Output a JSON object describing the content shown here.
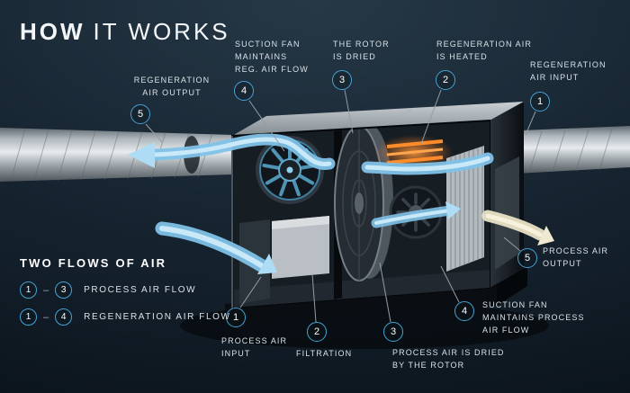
{
  "title": {
    "word_bold": "HOW",
    "word_rest": "IT WORKS"
  },
  "callouts": {
    "regen_output": {
      "num": "5",
      "label": "REGENERATION\nAIR OUTPUT"
    },
    "suction_fan_regen": {
      "num": "4",
      "label": "SUCTION FAN\nMAINTAINS\nREG. AIR FLOW"
    },
    "rotor_dried": {
      "num": "3",
      "label": "THE ROTOR\nIS DRIED"
    },
    "regen_heated": {
      "num": "2",
      "label": "REGENERATION AIR\nIS HEATED"
    },
    "regen_input": {
      "num": "1",
      "label": "REGENERATION\nAIR INPUT"
    },
    "process_input": {
      "num": "1",
      "label": "PROCESS AIR\nINPUT"
    },
    "filtration": {
      "num": "2",
      "label": "FILTRATION"
    },
    "process_dried": {
      "num": "3",
      "label": "PROCESS AIR IS DRIED\nBY THE ROTOR"
    },
    "suction_fan_process": {
      "num": "4",
      "label": "SUCTION FAN\nMAINTAINS PROCESS\nAIR FLOW"
    },
    "process_output": {
      "num": "5",
      "label": "PROCESS AIR\nOUTPUT"
    }
  },
  "legend": {
    "title": "TWO FLOWS OF AIR",
    "items": [
      {
        "from": "1",
        "sep": "–",
        "to": "3",
        "label": "PROCESS AIR FLOW"
      },
      {
        "from": "1",
        "sep": "–",
        "to": "4",
        "label": "REGENERATION AIR FLOW"
      }
    ]
  },
  "colors": {
    "background": "#17242f",
    "accent_circle": "#46a3d6",
    "flow_blue": "#7fc2e8",
    "flow_output": "#e9e2c6",
    "heater_orange": "#ff8c2a",
    "text": "#d8e1e8"
  }
}
